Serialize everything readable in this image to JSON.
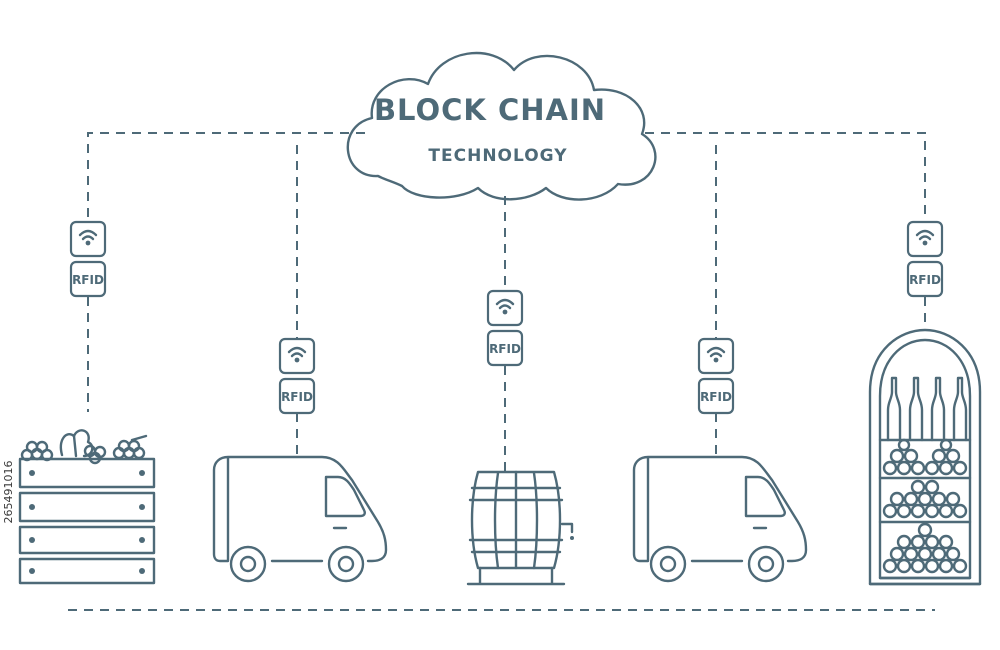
{
  "cloud": {
    "title_line1": "BLOCK CHAIN",
    "title_line2": "TECHNOLOGY"
  },
  "tags": {
    "label": "RFID"
  },
  "side_text": "265491016",
  "colors": {
    "stroke": "#4e6a78",
    "background": "#ffffff"
  },
  "nodes": [
    {
      "icon": "grape-crate-icon"
    },
    {
      "icon": "delivery-van-icon"
    },
    {
      "icon": "wine-barrel-icon"
    },
    {
      "icon": "delivery-van-icon"
    },
    {
      "icon": "wine-cabinet-icon"
    }
  ]
}
